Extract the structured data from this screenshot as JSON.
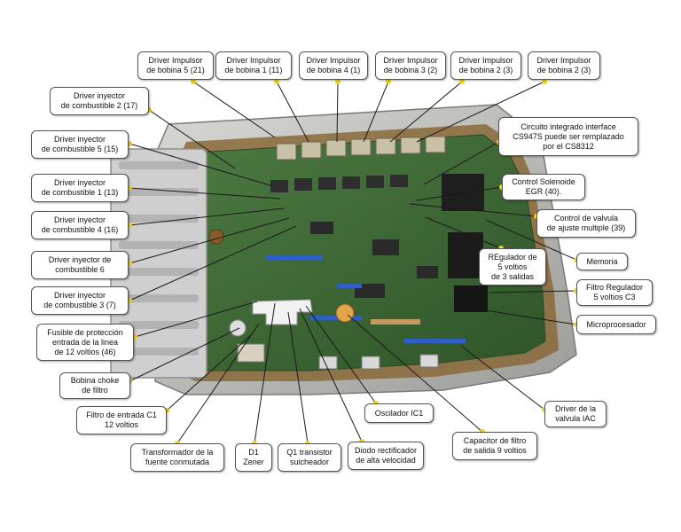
{
  "colors": {
    "accent": "#f2d21b",
    "leader": "#1a1a1a",
    "board": "#3f6a36",
    "housing": "#bdbdb8"
  },
  "labels": [
    {
      "id": "l1",
      "text": "Driver Impulsor\nde bobina 5 (21)"
    },
    {
      "id": "l2",
      "text": "Driver Impulsor\nde bobina 1 (11)"
    },
    {
      "id": "l3",
      "text": "Driver Impulsor\nde bobina 4 (1)"
    },
    {
      "id": "l4",
      "text": "Driver Impulsor\nde bobina 3 (2)"
    },
    {
      "id": "l5",
      "text": "Driver Impulsor\nde bobina 2 (3)"
    },
    {
      "id": "l6",
      "text": "Driver Impulsor\nde bobina 2 (3)"
    },
    {
      "id": "l7",
      "text": "Driver inyector\nde combustible 2 (17)"
    },
    {
      "id": "l8",
      "text": "Driver inyector\nde combustible 5 (15)"
    },
    {
      "id": "l9",
      "text": "Driver inyector\nde combustible 1 (13)"
    },
    {
      "id": "l10",
      "text": "Driver inyector\nde combustible 4 (16)"
    },
    {
      "id": "l11",
      "text": "Driver inyector de\ncombustible 6"
    },
    {
      "id": "l12",
      "text": "Driver inyector\nde combustible 3 (7)"
    },
    {
      "id": "l13",
      "text": "Fusible de protección\nentrada de la linea\nde 12 voltios (46)"
    },
    {
      "id": "l14",
      "text": "Bobina choke\nde filtro"
    },
    {
      "id": "l15",
      "text": "Filtro de entrada C1\n12 voltios"
    },
    {
      "id": "l16",
      "text": "Transformador de la\nfuente conmutada"
    },
    {
      "id": "l17",
      "text": "D1\nZener"
    },
    {
      "id": "l18",
      "text": "Q1 transistor\nsuicheador"
    },
    {
      "id": "l19",
      "text": "Diodo rectificador\nde alta velocidad"
    },
    {
      "id": "l20",
      "text": "Oscilador IC1"
    },
    {
      "id": "l21",
      "text": "Capacitor de filtro\nde salida 9 voltios"
    },
    {
      "id": "l22",
      "text": "Driver de la\nvalvula IAC"
    },
    {
      "id": "l23",
      "text": "Microprocesador"
    },
    {
      "id": "l24",
      "text": "Filtro Regulador\n5 voltios C3"
    },
    {
      "id": "l25",
      "text": "REgulador de\n5 voltios\nde 3 salidas"
    },
    {
      "id": "l26",
      "text": "Memoria"
    },
    {
      "id": "l27",
      "text": "Control de valvula\nde ajuste multiple (39)"
    },
    {
      "id": "l28",
      "text": "Control Solenoide\nEGR (40)."
    },
    {
      "id": "l29",
      "text": "Circuito integrado interface\nCS947S puede ser remplazado\npor el CS8312"
    }
  ]
}
